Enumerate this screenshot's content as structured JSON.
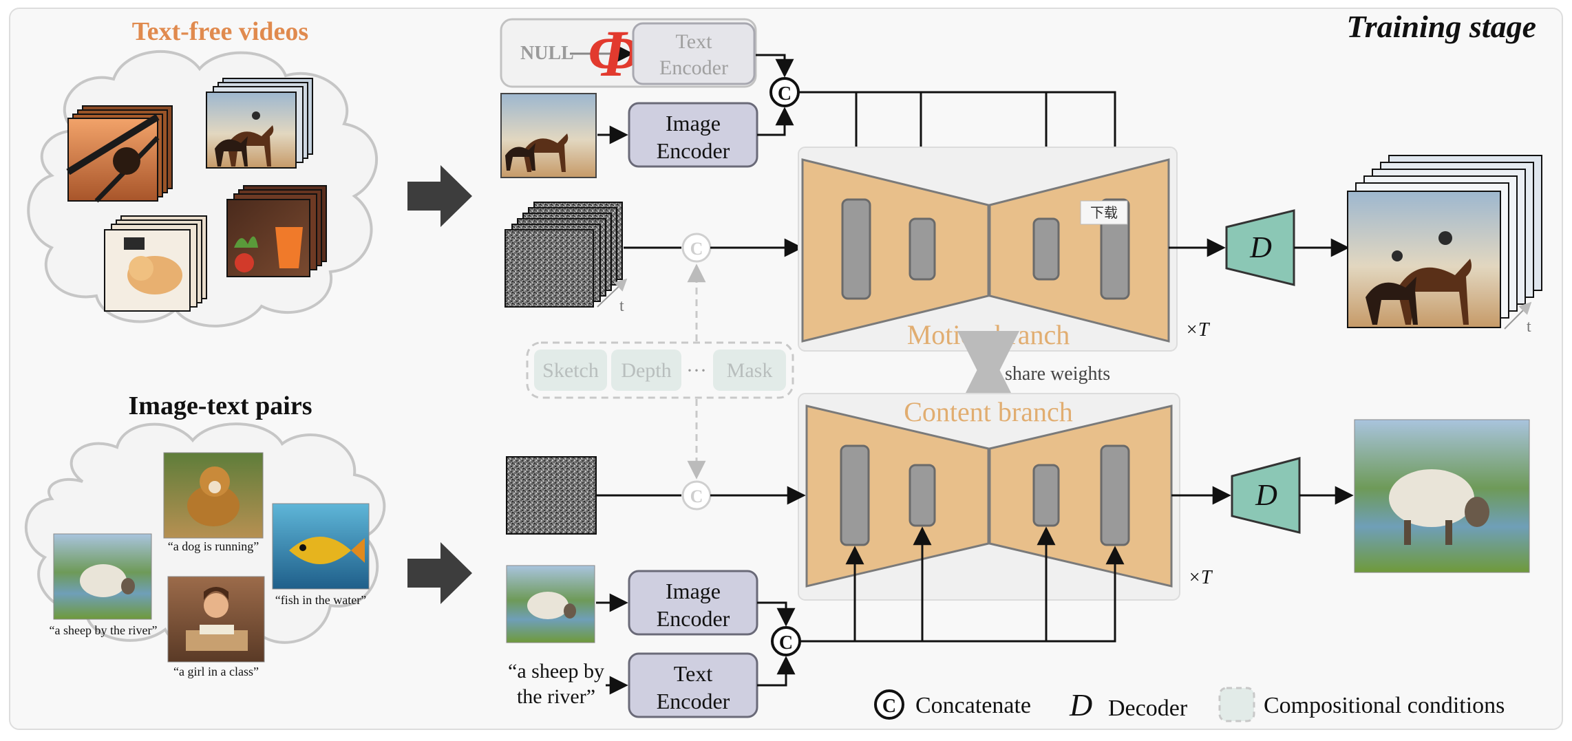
{
  "stage_title": "Training stage",
  "left": {
    "videos_title": "Text-free videos",
    "pairs_title": "Image-text pairs",
    "captions": {
      "dog": "“a dog is running”",
      "fish": "“fish in the water”",
      "sheep": "“a sheep by the river”",
      "girl": "“a girl in a class”"
    }
  },
  "encoders": {
    "null_label": "NULL",
    "phi_symbol": "Φ",
    "text_encoder_top_1": "Text",
    "text_encoder_top_2": "Encoder",
    "image_encoder_top_1": "Image",
    "image_encoder_top_2": "Encoder",
    "image_encoder_bottom_1": "Image",
    "image_encoder_bottom_2": "Encoder",
    "text_encoder_bottom_1": "Text",
    "text_encoder_bottom_2": "Encoder"
  },
  "concat_symbol": "C",
  "time_label": "t",
  "conditions": {
    "sketch": "Sketch",
    "depth": "Depth",
    "ellipsis": "···",
    "mask": "Mask"
  },
  "branches": {
    "motion": "Motion branch",
    "content": "Content branch",
    "share": "share weights",
    "repeat": "×T",
    "tooltip": "下载"
  },
  "decoder_symbol": "D",
  "prompt_line1": "“a sheep by",
  "prompt_line2": "the river”",
  "legend": {
    "concat": "Concatenate",
    "decoder": "Decoder",
    "compositional": "Compositional conditions"
  }
}
